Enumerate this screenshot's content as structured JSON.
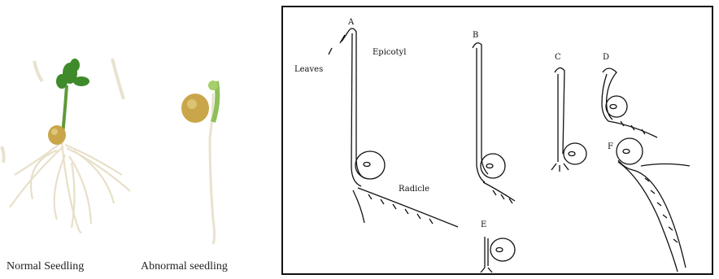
{
  "photos": {
    "normal_caption": "Normal Seedling",
    "abnormal_caption": "Abnormal seedling"
  },
  "drawing": {
    "labels": {
      "A": "A",
      "B": "B",
      "C": "C",
      "D": "D",
      "E": "E",
      "F": "F",
      "leaves": "Leaves",
      "epicotyl": "Epicotyl",
      "radicle": "Radicle"
    }
  },
  "colors": {
    "seed": "#c9a64a",
    "leaf": "#3f8a2a",
    "root": "#e8e2cf",
    "line": "#111111"
  }
}
